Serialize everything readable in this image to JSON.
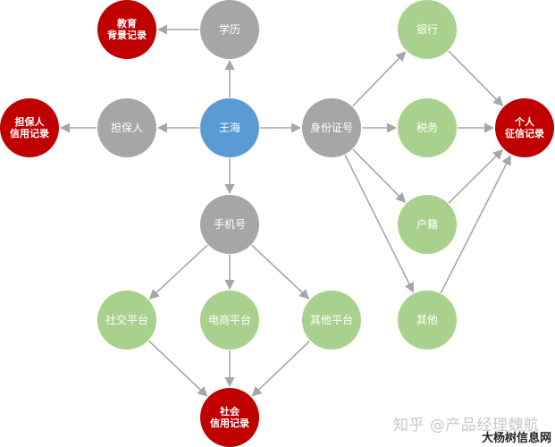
{
  "colors": {
    "blue": "#5b9bd5",
    "gray": "#a6a6a6",
    "red": "#c00000",
    "green": "#a9d18e",
    "edge": "#a6a6a6",
    "label_light": "#ffffff"
  },
  "nodes": {
    "wanghai": {
      "label": [
        "王海"
      ],
      "color": "blue"
    },
    "xueli": {
      "label": [
        "学历"
      ],
      "color": "gray"
    },
    "danbaoren": {
      "label": [
        "担保人"
      ],
      "color": "gray"
    },
    "shouji": {
      "label": [
        "手机号"
      ],
      "color": "gray"
    },
    "shenfenzheng": {
      "label": [
        "身份证号"
      ],
      "color": "gray"
    },
    "jiaoyu": {
      "label": [
        "教育",
        "背景记录"
      ],
      "color": "red"
    },
    "danbao_xinyong": {
      "label": [
        "担保人",
        "信用记录"
      ],
      "color": "red"
    },
    "shehui_xinyong": {
      "label": [
        "社会",
        "信用记录"
      ],
      "color": "red"
    },
    "zhengxin": {
      "label": [
        "个人",
        "征信记录"
      ],
      "color": "red"
    },
    "yinhang": {
      "label": [
        "银行"
      ],
      "color": "green"
    },
    "shuiwu": {
      "label": [
        "税务"
      ],
      "color": "green"
    },
    "huji": {
      "label": [
        "户籍"
      ],
      "color": "green"
    },
    "qita": {
      "label": [
        "其他"
      ],
      "color": "green"
    },
    "shejiao": {
      "label": [
        "社交平台"
      ],
      "color": "green"
    },
    "dianshang": {
      "label": [
        "电商平台"
      ],
      "color": "green"
    },
    "qitapingtai": {
      "label": [
        "其他平台"
      ],
      "color": "green"
    }
  },
  "edges": [
    [
      "wanghai",
      "xueli"
    ],
    [
      "xueli",
      "jiaoyu"
    ],
    [
      "wanghai",
      "danbaoren"
    ],
    [
      "danbaoren",
      "danbao_xinyong"
    ],
    [
      "wanghai",
      "shenfenzheng"
    ],
    [
      "wanghai",
      "shouji"
    ],
    [
      "shenfenzheng",
      "yinhang"
    ],
    [
      "shenfenzheng",
      "shuiwu"
    ],
    [
      "shenfenzheng",
      "huji"
    ],
    [
      "shenfenzheng",
      "qita"
    ],
    [
      "yinhang",
      "zhengxin"
    ],
    [
      "shuiwu",
      "zhengxin"
    ],
    [
      "huji",
      "zhengxin"
    ],
    [
      "qita",
      "zhengxin"
    ],
    [
      "shouji",
      "shejiao"
    ],
    [
      "shouji",
      "dianshang"
    ],
    [
      "shouji",
      "qitapingtai"
    ],
    [
      "shejiao",
      "shehui_xinyong"
    ],
    [
      "dianshang",
      "shehui_xinyong"
    ],
    [
      "qitapingtai",
      "shehui_xinyong"
    ]
  ],
  "watermark": {
    "zhihu": "知乎 @产品经理魏航",
    "site": "大杨树信息网"
  }
}
